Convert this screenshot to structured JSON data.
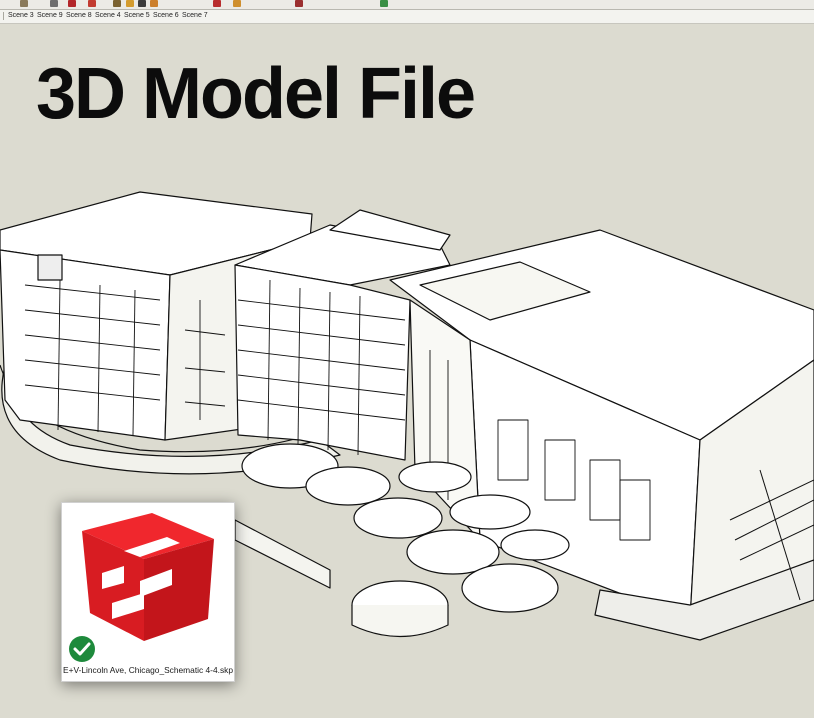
{
  "toolbar": {
    "icons": [
      "model-icon",
      "select-icon",
      "redo-icon",
      "paint-icon",
      "pencil-icon",
      "tape-icon",
      "push-pull-icon",
      "walk-icon",
      "section-icon",
      "layers-icon",
      "component-icon",
      "geo-location-icon"
    ]
  },
  "scene_tabs": {
    "items": [
      {
        "label": "Scene 3"
      },
      {
        "label": "Scene 9"
      },
      {
        "label": "Scene 8"
      },
      {
        "label": "Scene 4"
      },
      {
        "label": "Scene 5"
      },
      {
        "label": "Scene 6"
      },
      {
        "label": "Scene 7"
      }
    ]
  },
  "headline": {
    "text": "3D Model File"
  },
  "file_card": {
    "file_name": "E+V-Lincoln Ave, Chicago_Schematic 4-4.skp",
    "app_icon": "sketchup-icon",
    "status_icon": "sync-check-icon",
    "brand_color": "#e2282c",
    "check_color": "#1e8a3c"
  },
  "colors": {
    "viewport_background": "#dcdbd0",
    "model_face": "#ffffff",
    "model_edge": "#111111",
    "model_shade": "#efefe9"
  }
}
